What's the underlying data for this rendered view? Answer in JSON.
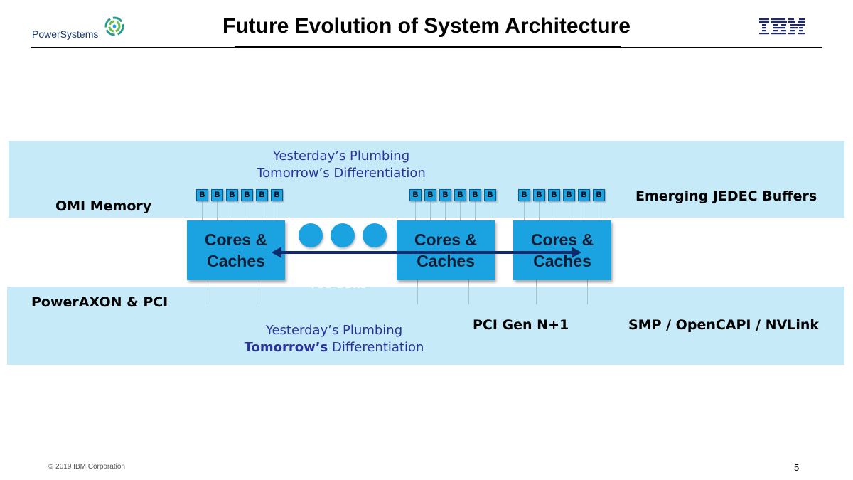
{
  "header": {
    "brand": "PowerSystems",
    "title": "Future Evolution of System Architecture",
    "company_logo": "IBM"
  },
  "diagram": {
    "top_band": {
      "plumbing_line1": "Yesterday’s Plumbing",
      "plumbing_line2": "Tomorrow’s Differentiation",
      "left_label": "OMI Memory",
      "right_label": "Emerging JEDEC Buffers",
      "buffer_label": "B"
    },
    "cores": [
      {
        "line1": "Cores &",
        "line2": "Caches"
      },
      {
        "line1": "Cores &",
        "line2": "Caches"
      },
      {
        "line1": "Cores &",
        "line2": "Caches"
      }
    ],
    "hidden_text": "TCO-DDR5",
    "bottom_band": {
      "left_label": "PowerAXON  & PCI",
      "plumbing_line1": "Yesterday’s Plumbing",
      "plumbing_line2_bold": "Tomorrow’s",
      "plumbing_line2_rest": " Differentiation",
      "middle_label": "PCI Gen N+1",
      "right_label": "SMP / OpenCAPI / NVLink"
    },
    "colors": {
      "band": "#c6eaf8",
      "core": "#1aa3e0",
      "arrow": "#0f2a6b",
      "plumbing_text": "#2a3399"
    }
  },
  "footer": {
    "copyright": "© 2019 IBM Corporation",
    "page_number": "5"
  }
}
